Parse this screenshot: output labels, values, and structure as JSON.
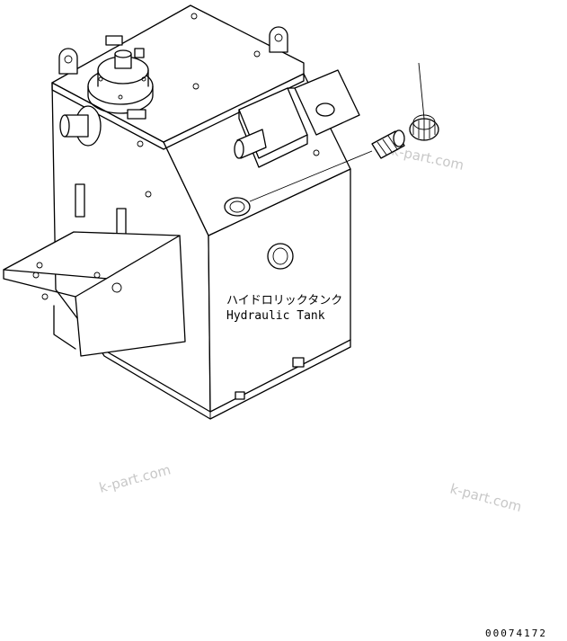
{
  "label_japanese": "ハイドロリックタンク",
  "label_english": "Hydraulic Tank",
  "watermark_text": "k-part.com",
  "drawing_code": "00074172",
  "colors": {
    "line": "#000000",
    "background": "#ffffff",
    "watermark": "#c8c8c8"
  }
}
